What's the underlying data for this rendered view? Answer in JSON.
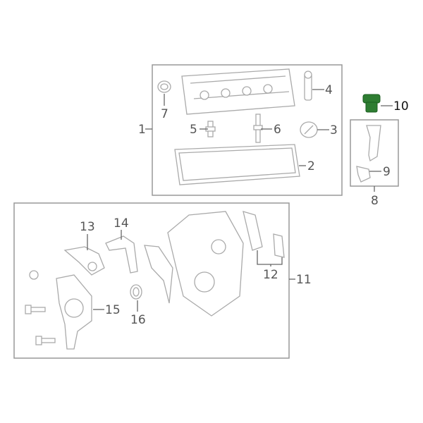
{
  "callouts": {
    "c1": "1",
    "c2": "2",
    "c3": "3",
    "c4": "4",
    "c5": "5",
    "c6": "6",
    "c7": "7",
    "c8": "8",
    "c9": "9",
    "c10": "10",
    "c11": "11",
    "c12": "12",
    "c13": "13",
    "c14": "14",
    "c15": "15",
    "c16": "16"
  },
  "colors": {
    "highlight_part": "#2e7d32",
    "outline": "#aaaaaa",
    "label": "#555555"
  },
  "highlighted_part": "10"
}
